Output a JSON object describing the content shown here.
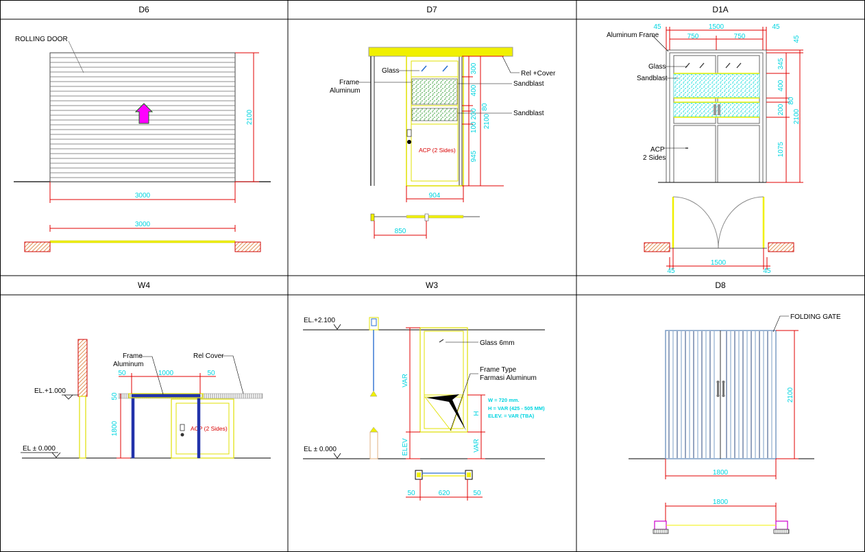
{
  "panels": {
    "d6": {
      "title": "D6",
      "rolling_door": "ROLLING DOOR",
      "h2100": "2100",
      "w3000": "3000",
      "w3000_plan": "3000"
    },
    "d7": {
      "title": "D7",
      "glass": "Glass",
      "frame": "Frame",
      "aluminum": "Aluminum",
      "rel_cover": "Rel +Cover",
      "sandblast1": "Sandblast",
      "sandblast2": "Sandblast",
      "acp": "ACP (2 Sides)",
      "d300": "300",
      "d400": "400",
      "d80": "80",
      "d100_200": "100 200",
      "d2100": "2100",
      "d945": "945",
      "d904": "904",
      "d850": "850"
    },
    "d1a": {
      "title": "D1A",
      "aluminum_frame": "Aluminum Frame",
      "glass": "Glass",
      "sandblast": "Sandblast",
      "acp": "ACP",
      "two_sides": "2 Sides",
      "d45a": "45",
      "d1500": "1500",
      "d45b": "45",
      "d750a": "750",
      "d750b": "750",
      "d45v": "45",
      "d345": "345",
      "d400": "400",
      "d200": "200",
      "d80": "80",
      "d2100": "2100",
      "d1075": "1075",
      "d1500_plan": "1500",
      "d45c": "45",
      "d45d": "45"
    },
    "w4": {
      "title": "W4",
      "frame": "Frame",
      "aluminum": "Aluminum",
      "rel_cover": "Rel Cover",
      "el_1000": "EL.+1.000",
      "el_000": "EL ± 0.000",
      "d50a": "50",
      "d1000": "1000",
      "d50b": "50",
      "d50v": "50",
      "d1800": "1800",
      "acp": "ACP (2 Sides)"
    },
    "w3": {
      "title": "W3",
      "el_2100": "EL.+2.100",
      "el_000": "EL ± 0.000",
      "glass6": "Glass 6mm",
      "frame_type": "Frame Type",
      "farmasi": "Farmasi Aluminum",
      "spec_w": "W = 720  mm.",
      "spec_h": "H = VAR (425 - 505 MM)",
      "spec_elev": "ELEV. = VAR (TBA)",
      "var1": "VAR",
      "var2": "VAR",
      "h": "H",
      "elev": "ELEV",
      "d50a": "50",
      "d620": "620",
      "d50b": "50"
    },
    "d8": {
      "title": "D8",
      "folding_gate": "FOLDING GATE",
      "d2100": "2100",
      "d1800": "1800",
      "d1800_plan": "1800"
    }
  },
  "colors": {
    "dim": "#00d4e0",
    "red": "#d80000",
    "yellow": "#f0f000",
    "frame_blue": "#2233aa",
    "gate_blue": "#7a9cc4",
    "arrow": "#ff00ff",
    "sand_green": "#2a9a2a",
    "sand_cyan": "#30e0e0"
  }
}
